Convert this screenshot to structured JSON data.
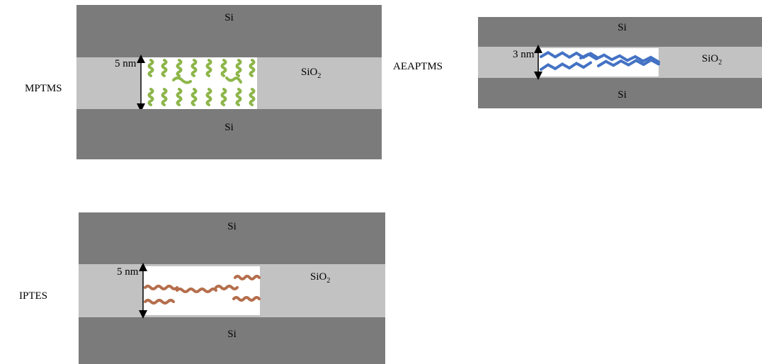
{
  "panels": {
    "mptms": {
      "name": "MPTMS",
      "thickness": "5 nm",
      "top_layer": "Si",
      "bottom_layer": "Si",
      "oxide": {
        "main": "SiO",
        "sub": "2"
      },
      "molecule_color": "#8db64a"
    },
    "aeaptms": {
      "name": "AEAPTMS",
      "thickness": "3 nm",
      "top_layer": "Si",
      "bottom_layer": "Si",
      "oxide": {
        "main": "SiO",
        "sub": "2"
      },
      "molecule_color": "#4472c4"
    },
    "iptes": {
      "name": "IPTES",
      "thickness": "5 nm",
      "top_layer": "Si",
      "bottom_layer": "Si",
      "oxide": {
        "main": "SiO",
        "sub": "2"
      },
      "molecule_color": "#b56e4c"
    }
  },
  "colors": {
    "silicon": "#7b7b7b",
    "oxide": "#c2c2c2",
    "gap": "#ffffff"
  }
}
